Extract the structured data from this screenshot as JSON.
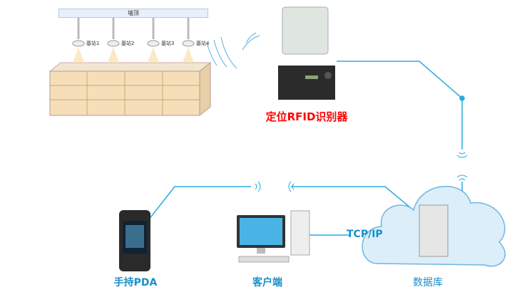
{
  "warehouse": {
    "ceiling_label": "墙顶",
    "base_stations": [
      "基站1",
      "基站2",
      "基站3",
      "基站4"
    ]
  },
  "reader": {
    "label": "定位RFID识别器"
  },
  "pda": {
    "label": "手持PDA"
  },
  "client": {
    "label": "客户端"
  },
  "database": {
    "label": "数据库"
  },
  "link": {
    "label": "TCP/IP"
  },
  "colors": {
    "line": "#29abe2",
    "reader_label": "#ff0000",
    "node_label": "#1a8fc9"
  }
}
